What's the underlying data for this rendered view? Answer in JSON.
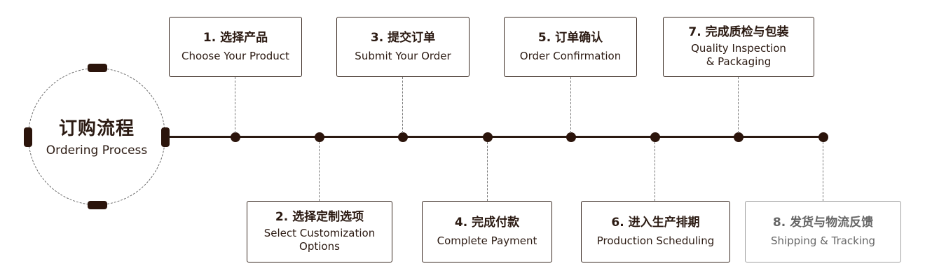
{
  "center": {
    "title": "订购流程",
    "subtitle": "Ordering Process"
  },
  "steps": [
    {
      "zh": "1. 选择产品",
      "en": "Choose Your Product"
    },
    {
      "zh": "2. 选择定制选项",
      "en": "Select  Customization Options"
    },
    {
      "zh": "3. 提交订单",
      "en": "Submit  Your Order"
    },
    {
      "zh": "4. 完成付款",
      "en": "Complete Payment"
    },
    {
      "zh": "5. 订单确认",
      "en": "Order Confirmation"
    },
    {
      "zh": "6. 进入生产排期",
      "en": "Production Scheduling"
    },
    {
      "zh": "7. 完成质检与包装",
      "en": "Quality Inspection & Packaging"
    },
    {
      "zh": "8. 发货与物流反馈",
      "en": "Shipping  & Tracking"
    }
  ]
}
